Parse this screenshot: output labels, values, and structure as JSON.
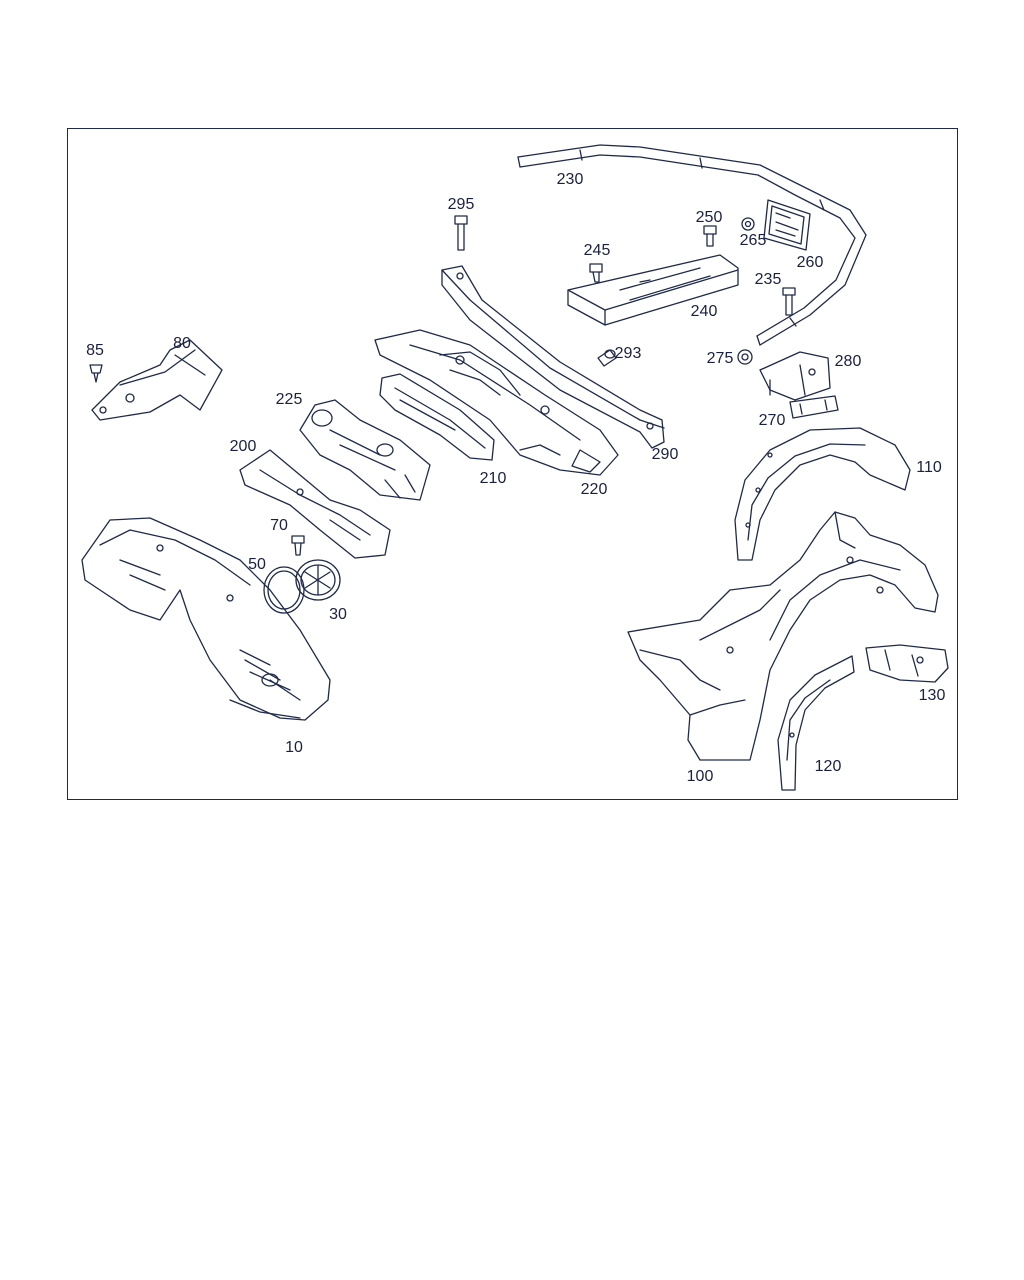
{
  "diagram": {
    "line_color": "#1f2a4a",
    "background": "#ffffff",
    "callouts": [
      {
        "id": "10",
        "label": "10"
      },
      {
        "id": "30",
        "label": "30"
      },
      {
        "id": "50",
        "label": "50"
      },
      {
        "id": "70",
        "label": "70"
      },
      {
        "id": "80",
        "label": "80"
      },
      {
        "id": "85",
        "label": "85"
      },
      {
        "id": "100",
        "label": "100"
      },
      {
        "id": "110",
        "label": "110"
      },
      {
        "id": "120",
        "label": "120"
      },
      {
        "id": "130",
        "label": "130"
      },
      {
        "id": "200",
        "label": "200"
      },
      {
        "id": "210",
        "label": "210"
      },
      {
        "id": "220",
        "label": "220"
      },
      {
        "id": "225",
        "label": "225"
      },
      {
        "id": "230",
        "label": "230"
      },
      {
        "id": "235",
        "label": "235"
      },
      {
        "id": "240",
        "label": "240"
      },
      {
        "id": "245",
        "label": "245"
      },
      {
        "id": "250",
        "label": "250"
      },
      {
        "id": "260",
        "label": "260"
      },
      {
        "id": "265",
        "label": "265"
      },
      {
        "id": "270",
        "label": "270"
      },
      {
        "id": "275",
        "label": "275"
      },
      {
        "id": "280",
        "label": "280"
      },
      {
        "id": "290",
        "label": "290"
      },
      {
        "id": "293",
        "label": "293"
      },
      {
        "id": "295",
        "label": "295"
      }
    ]
  }
}
